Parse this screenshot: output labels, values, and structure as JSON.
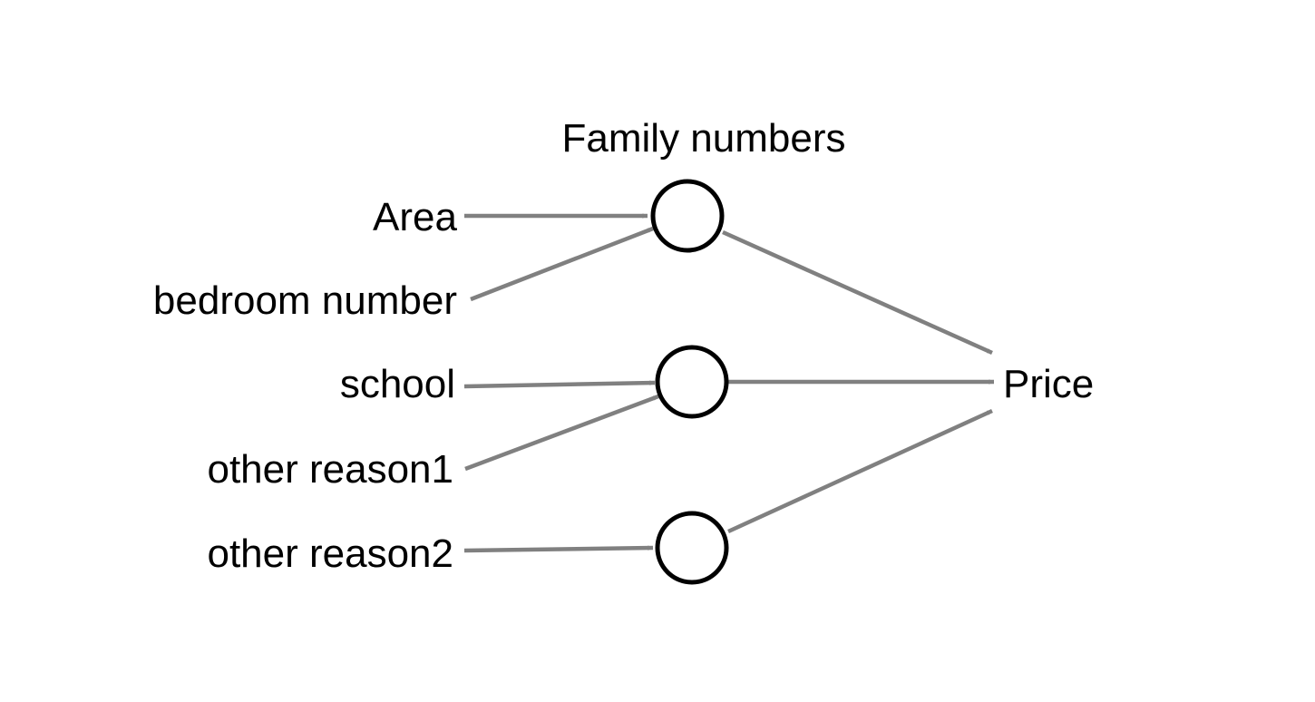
{
  "diagram": {
    "inputs": [
      "Area",
      "bedroom number",
      "school",
      "other reason1",
      "other reason2"
    ],
    "hidden_title": "Family numbers",
    "output": "Price",
    "colors": {
      "edge": "#808080",
      "node_stroke": "#000000",
      "text": "#000000"
    }
  }
}
